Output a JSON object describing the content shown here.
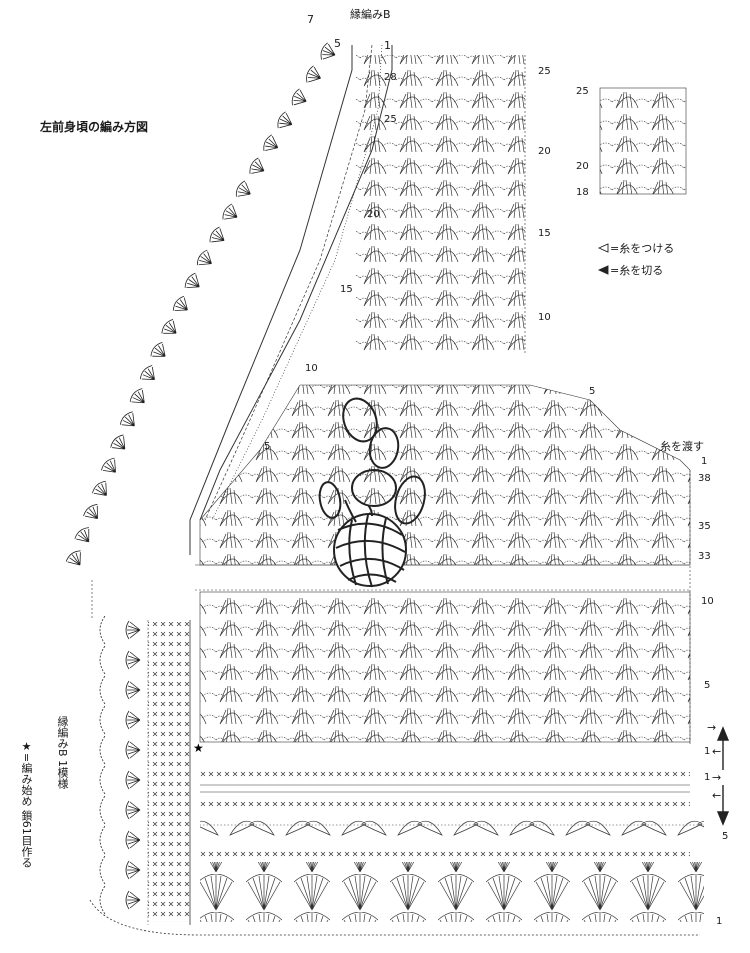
{
  "title": "左前身頃の編み方図",
  "border_label_top": "縁編みB",
  "border_label_side": "縁編みB 1模様",
  "start_note": "★=編み始め 鎖61目作る",
  "legend": {
    "attach": "=糸をつける",
    "cut": "=糸を切る"
  },
  "carry_yarn": "糸を渡す",
  "inset_rows": [
    "25",
    "20",
    "18"
  ],
  "strap_right_rows": [
    "25",
    "20",
    "15",
    "10"
  ],
  "strap_inner_rows": [
    "28",
    "25",
    "20",
    "15",
    "10"
  ],
  "armhole_rows": [
    "5",
    "5",
    "1"
  ],
  "top_numbers": [
    "7",
    "5",
    "1"
  ],
  "body_rows_upper": [
    "38",
    "35",
    "33"
  ],
  "body_rows_lower": [
    "10",
    "5",
    "1",
    "1",
    "5",
    "1"
  ],
  "arrows": [
    "→",
    "←",
    "→",
    "←"
  ]
}
